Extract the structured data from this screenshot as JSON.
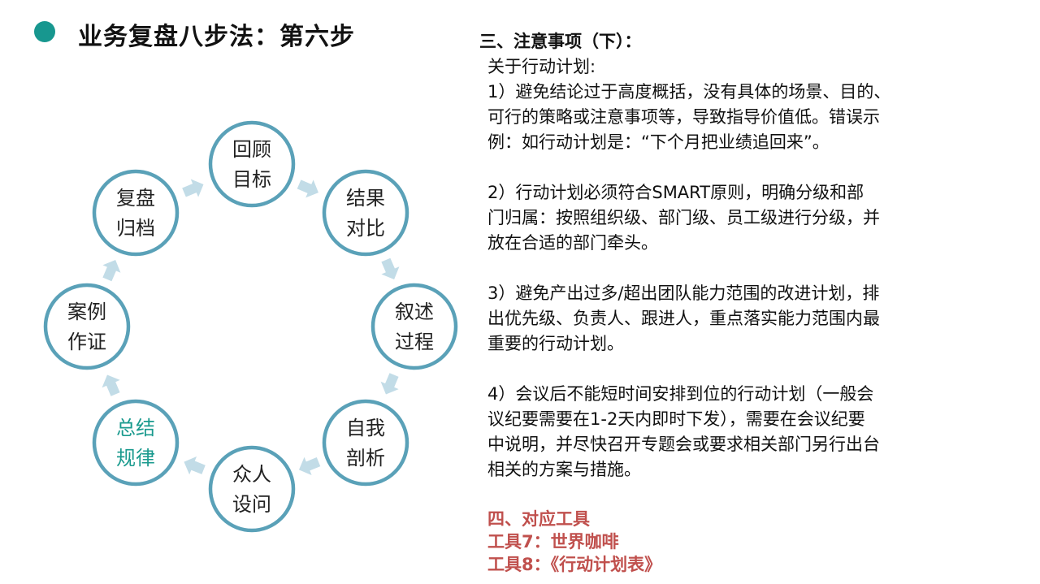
{
  "slide": {
    "title": "业务复盘八步法：第六步",
    "accent_color": "#17978f"
  },
  "cycle": {
    "ring_color": "#5aa1b8",
    "arrow_color": "#c2dce7",
    "highlight_color": "#1a9a8e",
    "nodes": [
      {
        "line1": "回顾",
        "line2": "目标"
      },
      {
        "line1": "结果",
        "line2": "对比"
      },
      {
        "line1": "叙述",
        "line2": "过程"
      },
      {
        "line1": "自我",
        "line2": "剖析"
      },
      {
        "line1": "众人",
        "line2": "设问"
      },
      {
        "line1": "总结",
        "line2": "规律",
        "highlight": true
      },
      {
        "line1": "案例",
        "line2": "作证"
      },
      {
        "line1": "复盘",
        "line2": "归档"
      }
    ]
  },
  "notes": {
    "heading": "三、注意事项（下）：",
    "subheading": "关于行动计划:",
    "items": [
      {
        "lines": [
          "1）避免结论过于高度概括，没有具体的场景、目的、",
          "可行的策略或注意事项等，导致指导价值低。错误示",
          "例：如行动计划是：“下个月把业绩追回来”。"
        ]
      },
      {
        "lines": [
          "2）行动计划必须符合SMART原则，明确分级和部",
          "门归属：按照组织级、部门级、员工级进行分级，并",
          "放在合适的部门牵头。"
        ]
      },
      {
        "lines": [
          "3）避免产出过多/超出团队能力范围的改进计划，排",
          "出优先级、负责人、跟进人，重点落实能力范围内最",
          "重要的行动计划。"
        ]
      },
      {
        "lines": [
          "4）会议后不能短时间安排到位的行动计划（一般会",
          "议纪要需要在1-2天内即时下发），需要在会议纪要",
          "中说明，并尽快召开专题会或要求相关部门另行出台",
          "相关的方案与措施。"
        ]
      }
    ],
    "tools": {
      "heading": "四、对应工具",
      "items": [
        "工具7：世界咖啡",
        "工具8：《行动计划表》"
      ],
      "color": "#c0504d"
    }
  }
}
